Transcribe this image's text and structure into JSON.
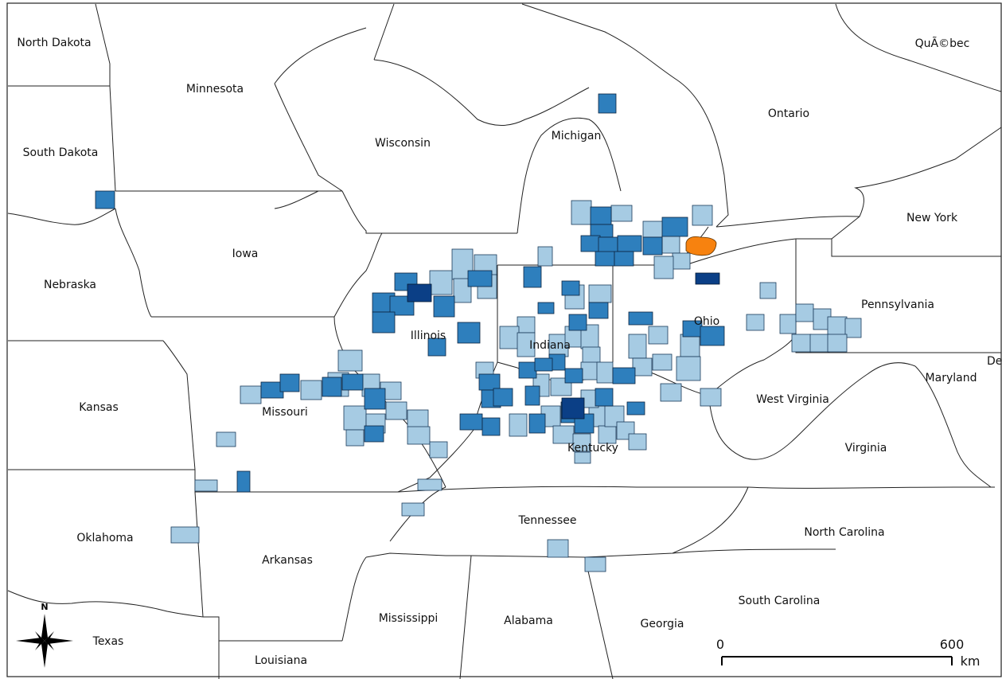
{
  "map": {
    "background": "#ffffff",
    "boundary_color": "#222222",
    "legend_colors": {
      "light": "#a6cbe3",
      "medium": "#2e7fbd",
      "dark": "#0b3f86",
      "highlight": "#f7820f"
    },
    "labels": {
      "north_dakota": "North Dakota",
      "minnesota": "Minnesota",
      "south_dakota": "South Dakota",
      "wisconsin": "Wisconsin",
      "michigan": "Michigan",
      "ontario": "Ontario",
      "quebec": "QuÃ©bec",
      "iowa": "Iowa",
      "nebraska": "Nebraska",
      "new_york": "New York",
      "pennsylvania": "Pennsylvania",
      "ohio": "Ohio",
      "indiana": "Indiana",
      "illinois": "Illinois",
      "kansas": "Kansas",
      "missouri": "Missouri",
      "kentucky": "Kentucky",
      "west_virginia": "West Virginia",
      "virginia": "Virginia",
      "maryland": "Maryland",
      "delaware": "Dela",
      "oklahoma": "Oklahoma",
      "tennessee": "Tennessee",
      "north_carolina": "North Carolina",
      "arkansas": "Arkansas",
      "south_carolina": "South Carolina",
      "mississippi": "Mississippi",
      "alabama": "Alabama",
      "georgia": "Georgia",
      "texas": "Texas",
      "louisiana": "Louisiana"
    },
    "compass": {
      "label": "N",
      "icon": "compass-rose-icon"
    },
    "scale_bar": {
      "start": "0",
      "end": "600",
      "unit": "km"
    }
  }
}
